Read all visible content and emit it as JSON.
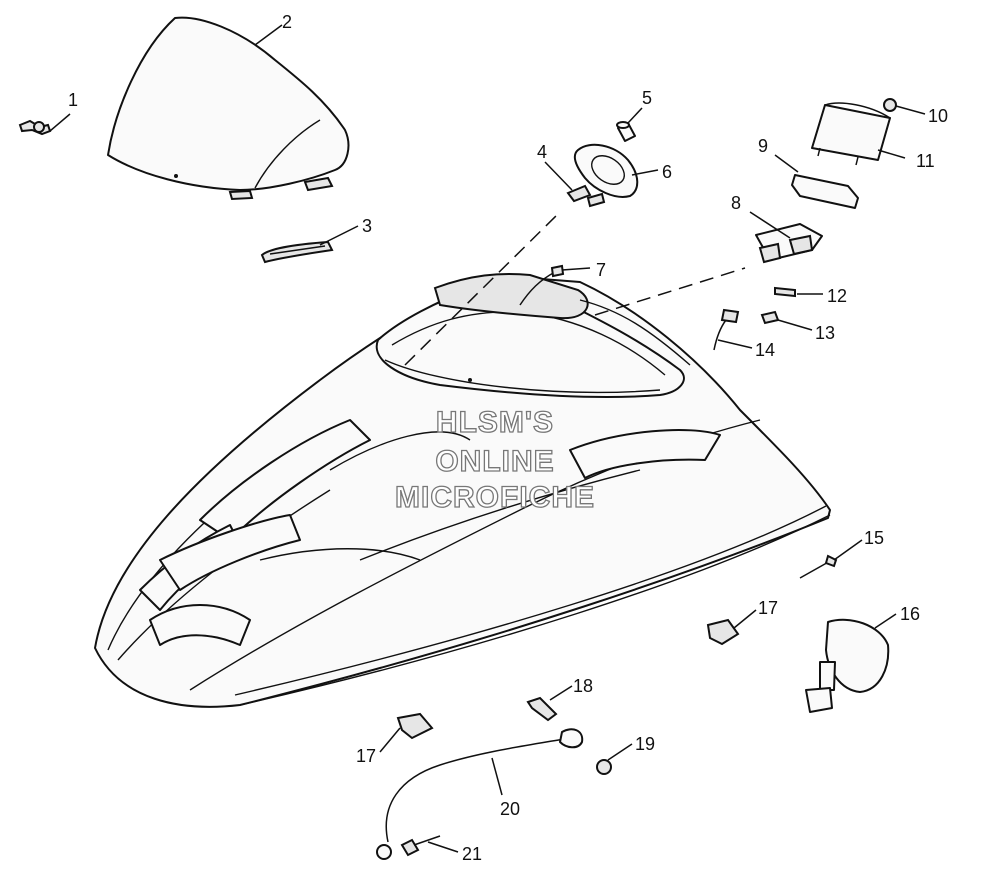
{
  "watermark": {
    "line1": "HLSM'S",
    "line2": "ONLINE",
    "line3": "MICROFICHE"
  },
  "callouts": {
    "c1": "1",
    "c2": "2",
    "c3": "3",
    "c4": "4",
    "c5": "5",
    "c6": "6",
    "c7": "7",
    "c8": "8",
    "c9": "9",
    "c10": "10",
    "c11": "11",
    "c12": "12",
    "c13": "13",
    "c14": "14",
    "c15": "15",
    "c16": "16",
    "c17a": "17",
    "c17b": "17",
    "c18": "18",
    "c19": "19",
    "c20": "20",
    "c21": "21"
  }
}
